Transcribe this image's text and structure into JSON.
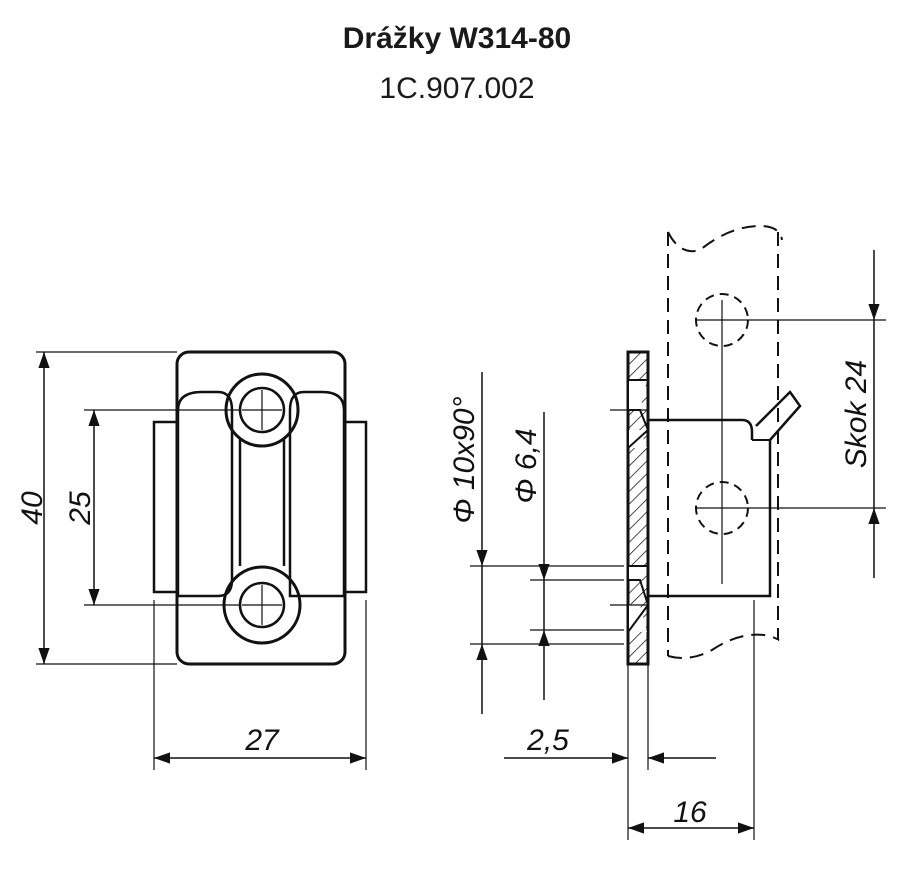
{
  "header": {
    "title": "Drážky W314-80",
    "code": "1C.907.002"
  },
  "dimensions": {
    "height_total": "40",
    "hole_spacing": "25",
    "width": "27",
    "countersink": "Φ 10x90°",
    "hole_diameter": "Φ 6,4",
    "plate_thickness": "2,5",
    "depth": "16",
    "pitch": "Skok 24"
  }
}
